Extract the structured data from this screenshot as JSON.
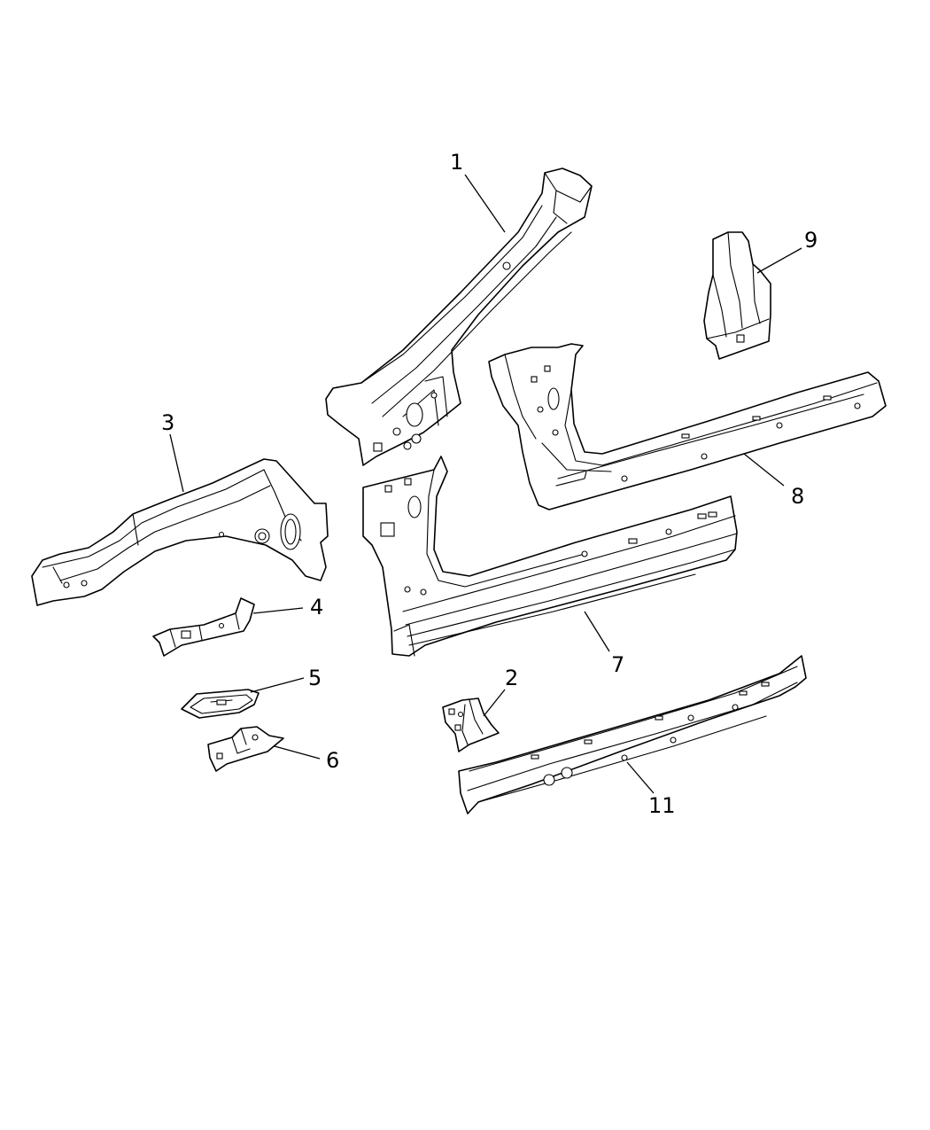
{
  "callouts": {
    "c1": "1",
    "c2": "2",
    "c3": "3",
    "c4": "4",
    "c5": "5",
    "c6": "6",
    "c7": "7",
    "c8": "8",
    "c9": "9",
    "c11": "11"
  },
  "colors": {
    "line": "#000000",
    "background": "#ffffff"
  }
}
